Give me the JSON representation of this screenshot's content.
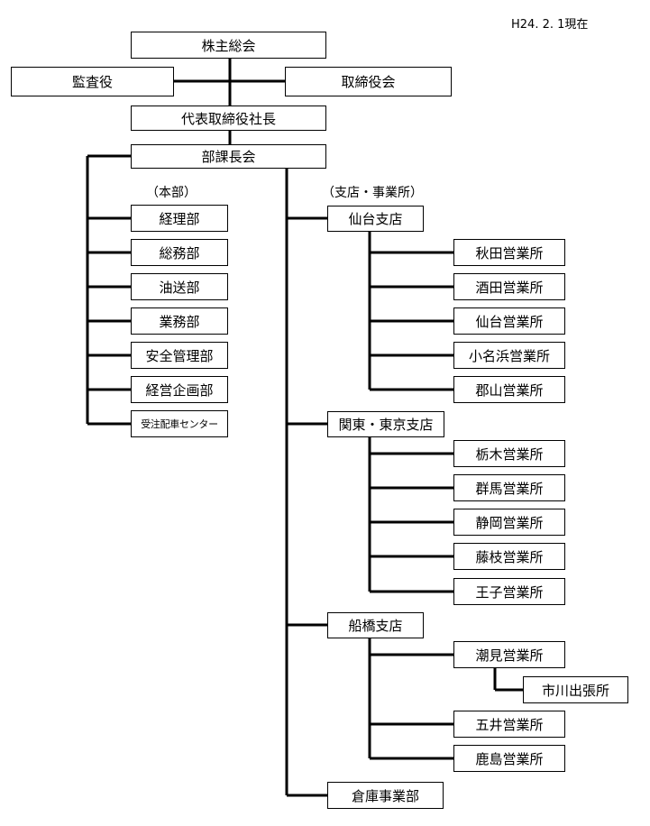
{
  "as_of": "H24. 2. 1現在",
  "top": {
    "shareholders": "株主総会",
    "auditor": "監査役",
    "board": "取締役会",
    "president": "代表取締役社長",
    "managers": "部課長会"
  },
  "hq": {
    "label": "（本部）",
    "departments": [
      "経理部",
      "総務部",
      "油送部",
      "業務部",
      "安全管理部",
      "経営企画部",
      "受注配車センター"
    ]
  },
  "branches_label": "（支店・事業所）",
  "branches": [
    {
      "name": "仙台支店",
      "offices": [
        "秋田営業所",
        "酒田営業所",
        "仙台営業所",
        "小名浜営業所",
        "郡山営業所"
      ]
    },
    {
      "name": "関東・東京支店",
      "offices": [
        "栃木営業所",
        "群馬営業所",
        "静岡営業所",
        "藤枝営業所",
        "王子営業所"
      ]
    },
    {
      "name": "船橋支店",
      "offices": [
        "潮見営業所",
        "五井営業所",
        "鹿島営業所"
      ],
      "sub_office": "市川出張所"
    },
    {
      "name": "倉庫事業部",
      "offices": []
    }
  ]
}
